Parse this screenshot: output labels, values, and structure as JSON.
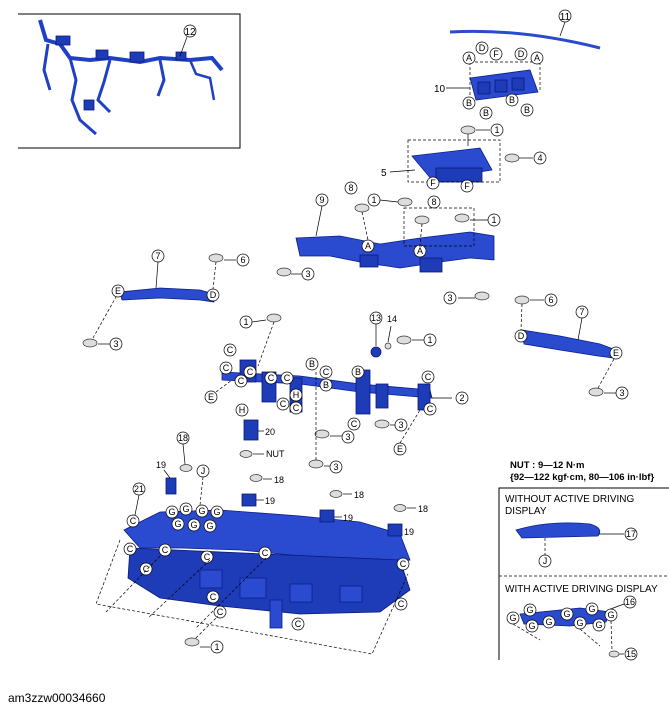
{
  "figure_id": "am3zzw00034660",
  "torque_note": {
    "line1": "NUT : 9—12 N·m",
    "line2": "{92—122 kgf·cm,  80—106 in·lbf}"
  },
  "box_without": {
    "line1": "WITHOUT ACTIVE DRIVING",
    "line2": "DISPLAY"
  },
  "box_with": {
    "line1": "WITH ACTIVE DRIVING DISPLAY"
  },
  "nut_label": "NUT",
  "callouts": {
    "n1": "1",
    "n2": "2",
    "n3": "3",
    "n4": "4",
    "n5": "5",
    "n6": "6",
    "n7": "7",
    "n8": "8",
    "n9": "9",
    "n10": "10",
    "n11": "11",
    "n12": "12",
    "n13": "13",
    "n14": "14",
    "n15": "15",
    "n16": "16",
    "n17": "17",
    "n18": "18",
    "n19": "19",
    "n20": "20",
    "n21": "21"
  },
  "letters": {
    "A": "A",
    "B": "B",
    "C": "C",
    "D": "D",
    "E": "E",
    "F": "F",
    "G": "G",
    "H": "H",
    "J": "J"
  }
}
